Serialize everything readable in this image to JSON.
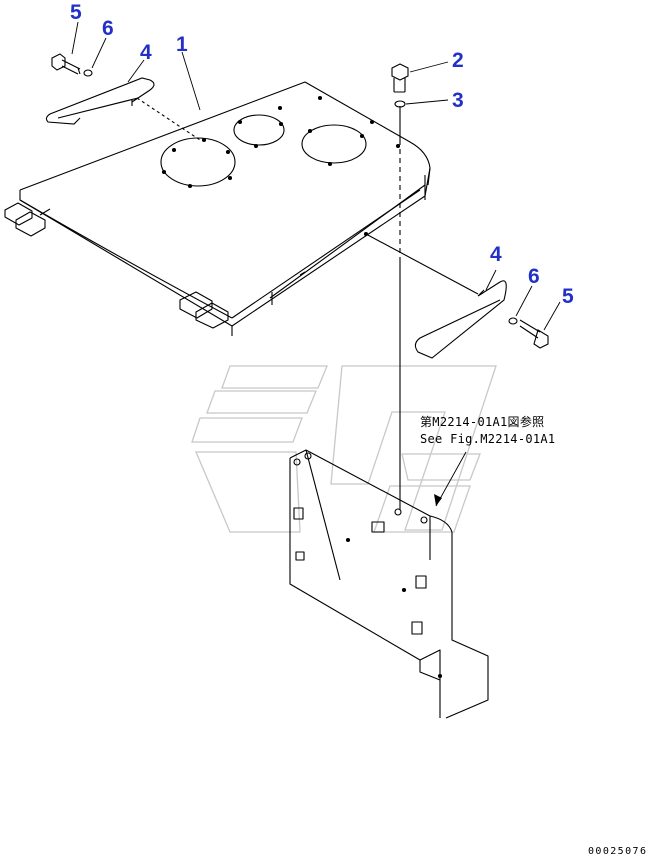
{
  "callouts": {
    "c1": "1",
    "c2": "2",
    "c3": "3",
    "c4_top": "4",
    "c4_right": "4",
    "c5_top": "5",
    "c5_right": "5",
    "c6_top": "6",
    "c6_right": "6"
  },
  "reference_note": {
    "line1": "第M2214-01A1図参照",
    "line2": "See Fig.M2214-01A1"
  },
  "document_code": "00025076",
  "colors": {
    "callout": "#2330c8",
    "line": "#000000",
    "watermark": "#c8c8c8"
  }
}
